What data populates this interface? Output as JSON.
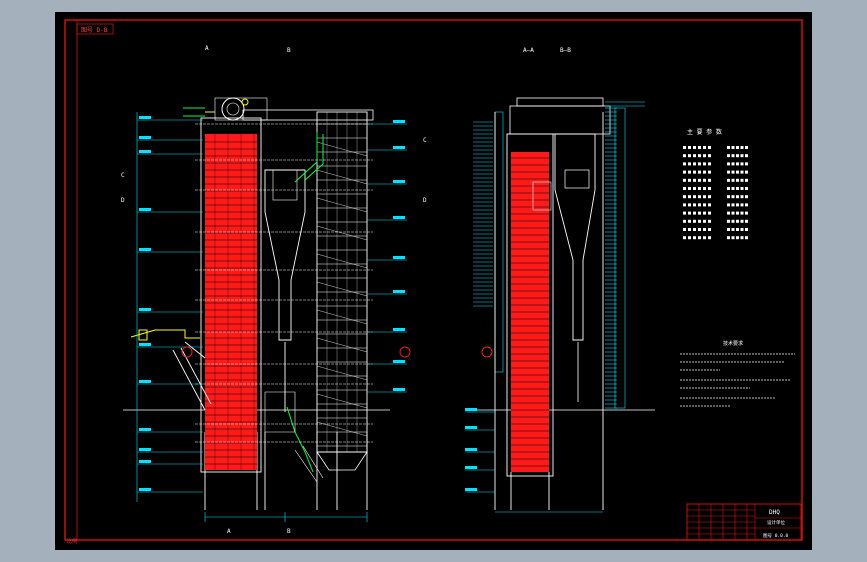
{
  "drawing": {
    "corner_label": "图号 D-B",
    "section_a_marks": [
      "A",
      "A"
    ],
    "section_b_marks": [
      "B",
      "B"
    ],
    "section_c_marks": [
      "C",
      "C"
    ],
    "section_d_marks": [
      "D",
      "D"
    ],
    "side_view_title_a": "A—A",
    "side_view_title_b": "B—B",
    "table_title": "主 要 参 数",
    "notes_title": "技术要求",
    "title_block_brand": "DHQ",
    "title_block_company": "设计单位",
    "title_block_number": "图号 0.0.0",
    "bottom_left_label": "比例"
  },
  "colors": {
    "background": "#000000",
    "frame": "#e01010",
    "tubes": "#ff1a1a",
    "structure": "#ffffff",
    "dimension": "#00e5ff",
    "platform": "#00ff40",
    "accent": "#ffff00"
  }
}
